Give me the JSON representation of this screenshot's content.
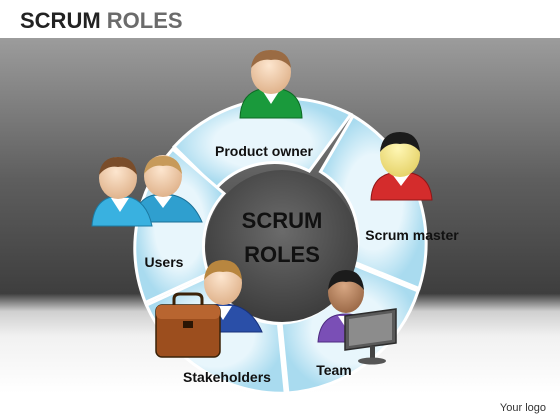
{
  "title": {
    "bold": "SCRUM",
    "light": "ROLES"
  },
  "center": {
    "line1": "SCRUM",
    "line2": "ROLES"
  },
  "segments": [
    {
      "label": "Product owner"
    },
    {
      "label": "Scrum master"
    },
    {
      "label": "Team"
    },
    {
      "label": "Stakeholders"
    },
    {
      "label": "Users"
    }
  ],
  "colors": {
    "ring": "#c9e8f5",
    "ring_edge": "#7fc4e0",
    "hub": "#4a4a4a",
    "text": "#111111"
  },
  "icons": [
    "person-green-icon",
    "person-red-icon",
    "person-purple-icon",
    "monitor-icon",
    "person-blue-icon",
    "briefcase-icon",
    "person-cyan-icon",
    "person-tan-icon"
  ],
  "footer": {
    "logo": "Your logo"
  }
}
